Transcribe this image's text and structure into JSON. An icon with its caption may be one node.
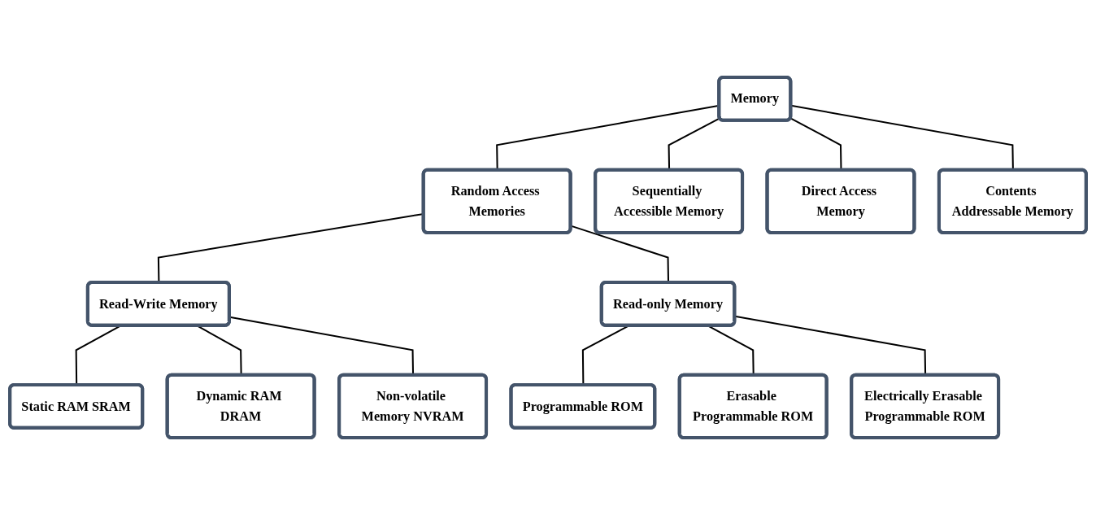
{
  "diagram": {
    "nodes": [
      {
        "text": [
          "Memory"
        ]
      },
      {
        "text": [
          "Random Access Memories"
        ]
      },
      {
        "text": [
          "Sequentially Accessible Memory"
        ]
      },
      {
        "text": [
          "Direct Access Memory"
        ]
      },
      {
        "text": [
          "Contents Addressable Memory"
        ]
      },
      {
        "text": [
          "Read-Write Memory"
        ]
      },
      {
        "text": [
          "Read-only Memory"
        ]
      },
      {
        "text": [
          "Static RAM SRAM"
        ]
      },
      {
        "text": [
          "Dynamic RAM DRAM"
        ]
      },
      {
        "text": [
          "Non-volatile Memory NVRAM"
        ]
      },
      {
        "text": [
          "Programmable ROM"
        ]
      },
      {
        "text": [
          "Erasable Programmable ROM"
        ]
      },
      {
        "text": [
          "Electrically Erasable Programmable ROM"
        ]
      }
    ],
    "edges": [
      {
        "from": 0,
        "to": 1,
        "arrow": "none"
      },
      {
        "from": 0,
        "to": 2,
        "arrow": "none"
      },
      {
        "from": 0,
        "to": 3,
        "arrow": "none"
      },
      {
        "from": 0,
        "to": 4,
        "arrow": "none"
      },
      {
        "from": 1,
        "to": 5,
        "arrow": "none"
      },
      {
        "from": 1,
        "to": 6,
        "arrow": "none"
      },
      {
        "from": 5,
        "to": 7,
        "arrow": "none"
      },
      {
        "from": 5,
        "to": 8,
        "arrow": "none"
      },
      {
        "from": 5,
        "to": 9,
        "arrow": "none"
      },
      {
        "from": 6,
        "to": 10,
        "arrow": "none"
      },
      {
        "from": 6,
        "to": 11,
        "arrow": "none"
      },
      {
        "from": 6,
        "to": 12,
        "arrow": "none"
      }
    ]
  }
}
